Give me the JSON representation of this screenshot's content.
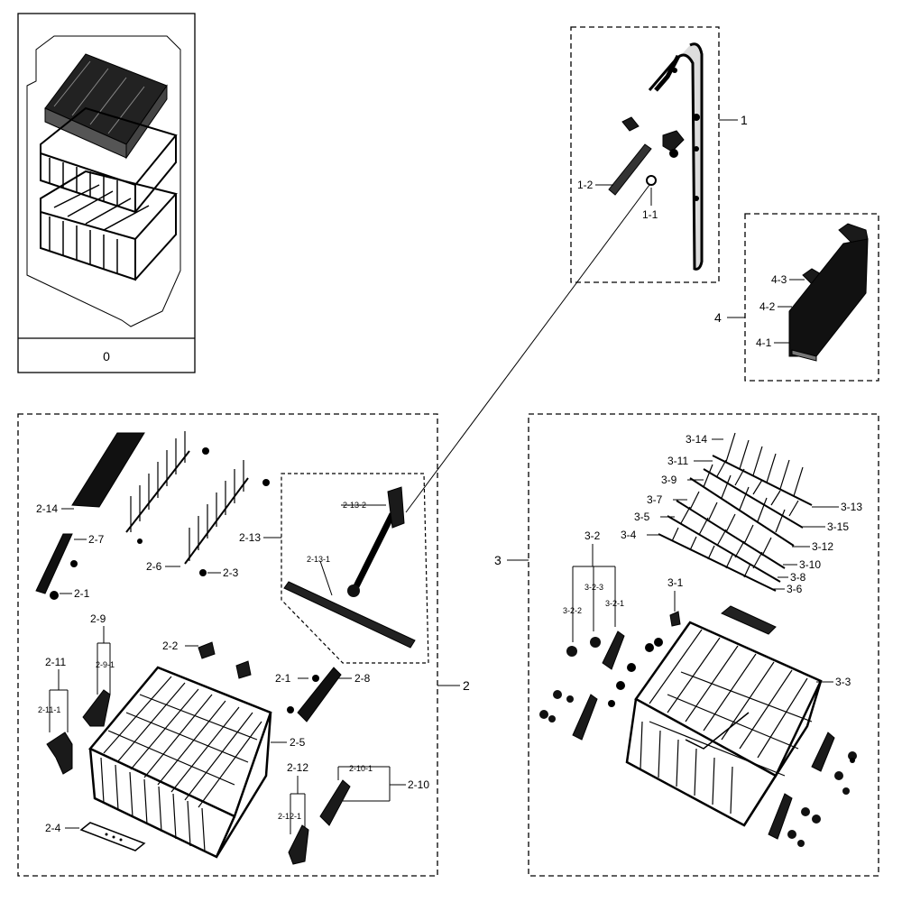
{
  "diagram": {
    "overview_label": "0",
    "groups": {
      "g1": "1",
      "g2": "2",
      "g3": "3",
      "g4": "4"
    },
    "parts": {
      "p1_1": "1-1",
      "p1_2": "1-2",
      "p4_1": "4-1",
      "p4_2": "4-2",
      "p4_3": "4-3",
      "p2_1a": "2-1",
      "p2_1b": "2-1",
      "p2_2": "2-2",
      "p2_3": "2-3",
      "p2_4": "2-4",
      "p2_5": "2-5",
      "p2_6": "2-6",
      "p2_7": "2-7",
      "p2_8": "2-8",
      "p2_9": "2-9",
      "p2_9_1": "2-9-1",
      "p2_10": "2-10",
      "p2_10_1": "2-10-1",
      "p2_11": "2-11",
      "p2_11_1": "2-11-1",
      "p2_12": "2-12",
      "p2_12_1": "2-12-1",
      "p2_13": "2-13",
      "p2_13_1": "2-13-1",
      "p2_13_2": "2-13-2",
      "p2_14": "2-14",
      "p3_1": "3-1",
      "p3_2": "3-2",
      "p3_2_1": "3-2-1",
      "p3_2_2": "3-2-2",
      "p3_2_3": "3-2-3",
      "p3_3": "3-3",
      "p3_4": "3-4",
      "p3_5": "3-5",
      "p3_6": "3-6",
      "p3_7": "3-7",
      "p3_8": "3-8",
      "p3_9": "3-9",
      "p3_10": "3-10",
      "p3_11": "3-11",
      "p3_12": "3-12",
      "p3_13": "3-13",
      "p3_14": "3-14",
      "p3_15": "3-15"
    }
  }
}
